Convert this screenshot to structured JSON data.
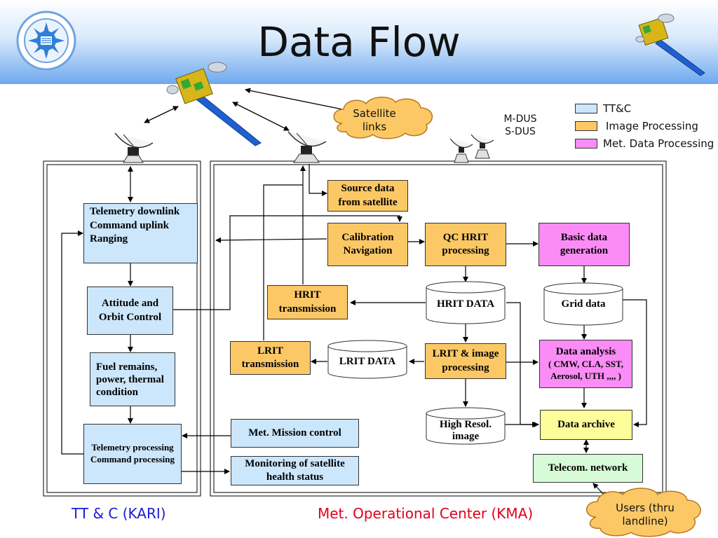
{
  "title": "Data Flow",
  "legend": {
    "items": [
      {
        "label": "TT&C",
        "color": "#cce6fb"
      },
      {
        "label": "Image Processing",
        "color": "#fcc866"
      },
      {
        "label": "Met. Data Processing",
        "color": "#fb8cf6"
      }
    ]
  },
  "clouds": {
    "satellite_links": "Satellite links",
    "users": "Users (thru landline)"
  },
  "stations": {
    "mdus": "M-DUS",
    "sdus": "S-DUS"
  },
  "left_panel": {
    "telemetry_downlink": [
      "Telemetry downlink",
      "Command uplink",
      "Ranging"
    ],
    "attitude": "Attitude and Orbit Control",
    "fuel": "Fuel remains, power, thermal condition",
    "telemetry_processing": [
      "Telemetry processing",
      "Command processing"
    ],
    "caption": "TT & C (KARI)"
  },
  "right_panel": {
    "source_data": "Source data from satellite",
    "calibration": "Calibration Navigation",
    "qc": "QC HRIT processing",
    "basic_data": "Basic data generation",
    "hrit_transmission": "HRIT transmission",
    "hrit_data": "HRIT DATA",
    "grid_data": "Grid data",
    "lrit_transmission": "LRIT transmission",
    "lrit_data": "LRIT DATA",
    "lrit_image": "LRIT & image processing",
    "data_analysis": "Data analysis",
    "data_analysis_detail": "( CMW, CLA, SST, Aerosol, UTH ,,,, )",
    "high_resol": "High Resol. image",
    "data_archive": "Data archive",
    "met_mission": "Met. Mission control",
    "monitoring": "Monitoring of satellite health status",
    "telecom": "Telecom. network",
    "caption": "Met. Operational Center (KMA)"
  },
  "caption_colors": {
    "left": "#1a1ad8",
    "right": "#e0001a"
  },
  "icons": [
    "logo-seal",
    "satellite-icon",
    "dish-antenna-icon"
  ]
}
